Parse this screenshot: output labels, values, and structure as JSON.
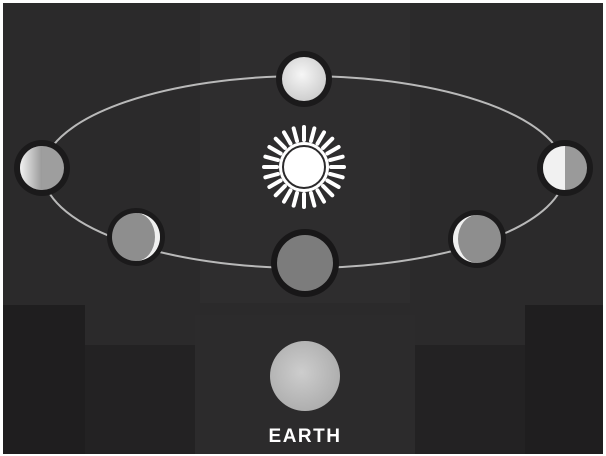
{
  "diagram": {
    "earth": {
      "label": "EARTH"
    },
    "sun": {
      "icon": "sun-icon"
    },
    "moon_phases": [
      {
        "id": "top",
        "phase": "full"
      },
      {
        "id": "left",
        "phase": "first-quarter"
      },
      {
        "id": "right",
        "phase": "last-quarter"
      },
      {
        "id": "lower-left",
        "phase": "waxing-crescent"
      },
      {
        "id": "lower-right",
        "phase": "waning-crescent"
      },
      {
        "id": "bottom",
        "phase": "new"
      }
    ],
    "colors": {
      "background": "#2b2a2b",
      "panel_light": "#333233",
      "panel_dark": "#222122",
      "orbit": "#b9b9b9",
      "sun": "#ffffff",
      "earth": "#bcbcbc"
    }
  }
}
